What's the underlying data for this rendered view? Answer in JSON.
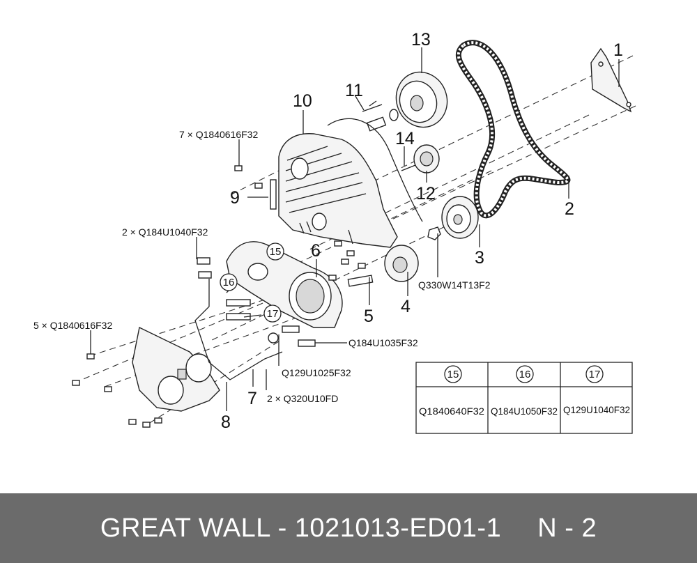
{
  "parts": {
    "n1": "1",
    "n2": "2",
    "n3": "3",
    "n4": "4",
    "n5": "5",
    "n6": "6",
    "n7": "7",
    "n8": "8",
    "n9": "9",
    "n10": "10",
    "n11": "11",
    "n12": "12",
    "n13": "13",
    "n14": "14"
  },
  "codes": {
    "c1": "7 × Q1840616F32",
    "c2": "2 × Q184U1040F32",
    "c3": "5 × Q1840616F32",
    "c4": "Q330W14T13F2",
    "c5": "Q184U1035F32",
    "c6": "Q129U1025F32",
    "c7": "2 × Q320U10FD"
  },
  "callouts": {
    "k15": "15",
    "k16": "16",
    "k17": "17"
  },
  "table": {
    "headers": [
      "15",
      "16",
      "17"
    ],
    "values": [
      "Q1840640F32",
      "Q184U1050F32",
      "Q129U1040F32"
    ]
  },
  "footer": {
    "brand": "GREAT WALL - 1021013-ED01-1",
    "page": "N - 2"
  }
}
